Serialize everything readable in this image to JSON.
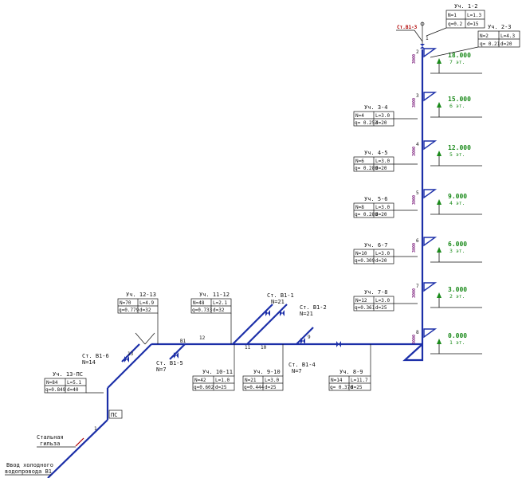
{
  "riser_label": "Ст.В1-3",
  "floors": [
    {
      "elev": "18.000",
      "count": "7 эт.",
      "num": "2",
      "seg_len": "3000"
    },
    {
      "elev": "15.000",
      "count": "6 эт.",
      "num": "3",
      "seg_len": "3000"
    },
    {
      "elev": "12.000",
      "count": "5 эт.",
      "num": "4",
      "seg_len": "3000"
    },
    {
      "elev": "9.000",
      "count": "4 эт.",
      "num": "5",
      "seg_len": "3000"
    },
    {
      "elev": "6.000",
      "count": "3 эт.",
      "num": "6",
      "seg_len": "3000"
    },
    {
      "elev": "3.000",
      "count": "2 эт.",
      "num": "7",
      "seg_len": "3000"
    },
    {
      "elev": "0.000",
      "count": "1 эт.",
      "num": "8",
      "seg_len": "3000"
    }
  ],
  "top_node": "1",
  "sections": {
    "s12": {
      "title": "Уч. 1-2",
      "c1": "N=1",
      "c2": "L=1.3",
      "c3": "q=0.2",
      "c4": "d=15"
    },
    "s23": {
      "title": "Уч. 2-3",
      "c1": "N=2",
      "c2": "L=4.3",
      "c3": "q= 0.21",
      "c4": "d=20"
    },
    "s34": {
      "title": "Уч. 3-4",
      "c1": "N=4",
      "c2": "L=3.0",
      "c3": "q= 0.253",
      "c4": "d=20"
    },
    "s45": {
      "title": "Уч. 4-5",
      "c1": "N=6",
      "c2": "L=3.0",
      "c3": "q= 0.289",
      "c4": "d=20"
    },
    "s56": {
      "title": "Уч. 5-6",
      "c1": "N=8",
      "c2": "L=3.0",
      "c3": "q= 0.289",
      "c4": "d=20"
    },
    "s67": {
      "title": "Уч. 6-7",
      "c1": "N=10",
      "c2": "L=3.0",
      "c3": "q=0.309",
      "c4": "d=20"
    },
    "s78": {
      "title": "Уч. 7-8",
      "c1": "N=12",
      "c2": "L=3.0",
      "c3": "q=0.361",
      "c4": "d=25"
    },
    "s89": {
      "title": "Уч. 8-9",
      "c1": "N=14",
      "c2": "L=11.7",
      "c3": "q= 0.376",
      "c4": "d=25"
    },
    "s910": {
      "title": "Уч. 9-10",
      "c1": "N=21",
      "c2": "L=3.0",
      "c3": "q=0.444",
      "c4": "d=25"
    },
    "s1011": {
      "title": "Уч. 10-11",
      "c1": "N=42",
      "c2": "L=1.0",
      "c3": "q=0.602",
      "c4": "d=25"
    },
    "s1112": {
      "title": "Уч. 11-12",
      "c1": "N=48",
      "c2": "L=2.1",
      "c3": "q=0.733",
      "c4": "d=32"
    },
    "s1213": {
      "title": "Уч. 12-13",
      "c1": "N=70",
      "c2": "L=4.9",
      "c3": "q=0.779",
      "c4": "d=32"
    },
    "s13pc": {
      "title": "Уч. 13-ПС",
      "c1": "N=84",
      "c2": "L=5.1",
      "c3": "q=0.849",
      "c4": "d=40"
    }
  },
  "risers": {
    "b11": {
      "name": "Ст. В1-1",
      "n": "N=21"
    },
    "b12": {
      "name": "Ст. В1-2",
      "n": "N=21"
    },
    "b14": {
      "name": "Ст. В1-4",
      "n": "N=7"
    },
    "b15": {
      "name": "Ст. В1-5",
      "n": "N=7"
    },
    "b16": {
      "name": "Ст. В1-6",
      "n": "N=14"
    }
  },
  "nodes": {
    "n9": "9",
    "n10": "10",
    "n11": "11",
    "n12": "12",
    "n13": "13",
    "b1": "В1"
  },
  "meter": "ПС",
  "sleeve_1": "Стальная",
  "sleeve_2": "гильза",
  "inlet_1": "Ввод холодного",
  "inlet_2": "водопровода В1"
}
